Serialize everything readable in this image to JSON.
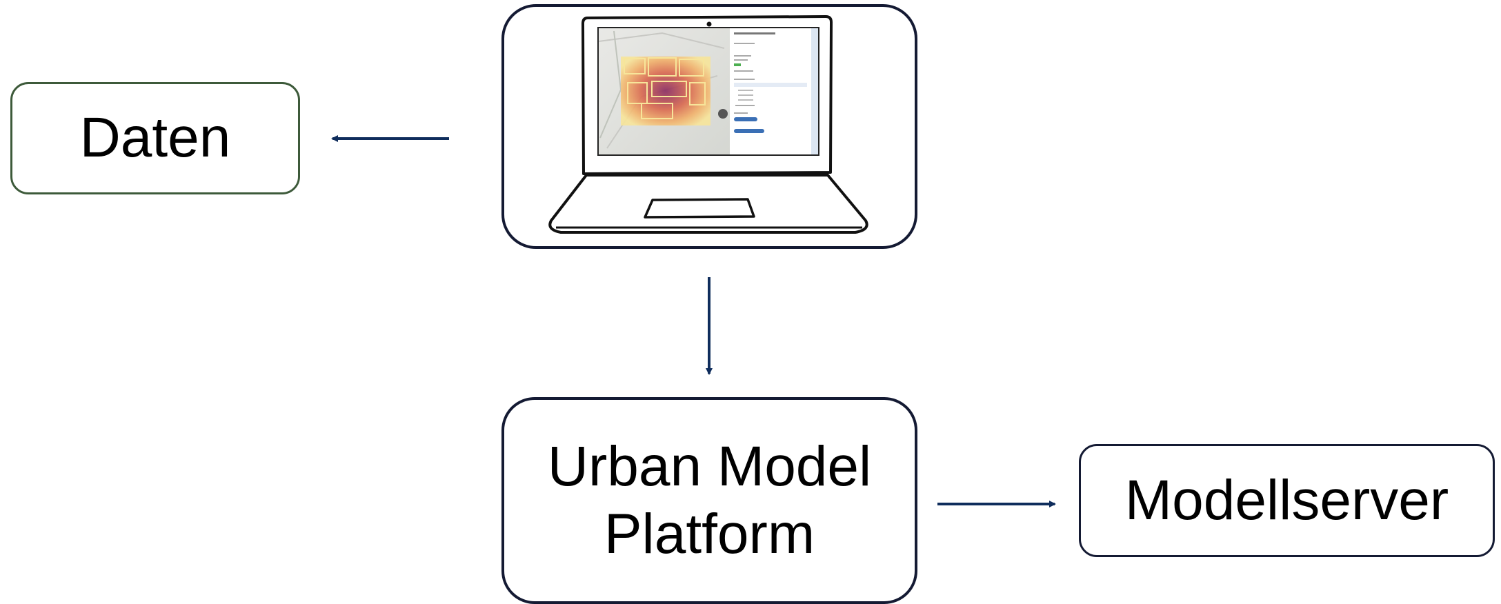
{
  "nodes": {
    "daten": "Daten",
    "urban_model_platform_line1": "Urban Model",
    "urban_model_platform_line2": "Platform",
    "modellserver": "Modellserver"
  },
  "colors": {
    "arrow": "#0f2d5c",
    "daten_border": "#3d5a3a",
    "box_border": "#141a33",
    "heatmap_dark": "#7a1f5a",
    "heatmap_mid": "#e07a55",
    "heatmap_light": "#f6e18e"
  },
  "icons": [
    "laptop-icon",
    "map-heatmap-icon"
  ]
}
